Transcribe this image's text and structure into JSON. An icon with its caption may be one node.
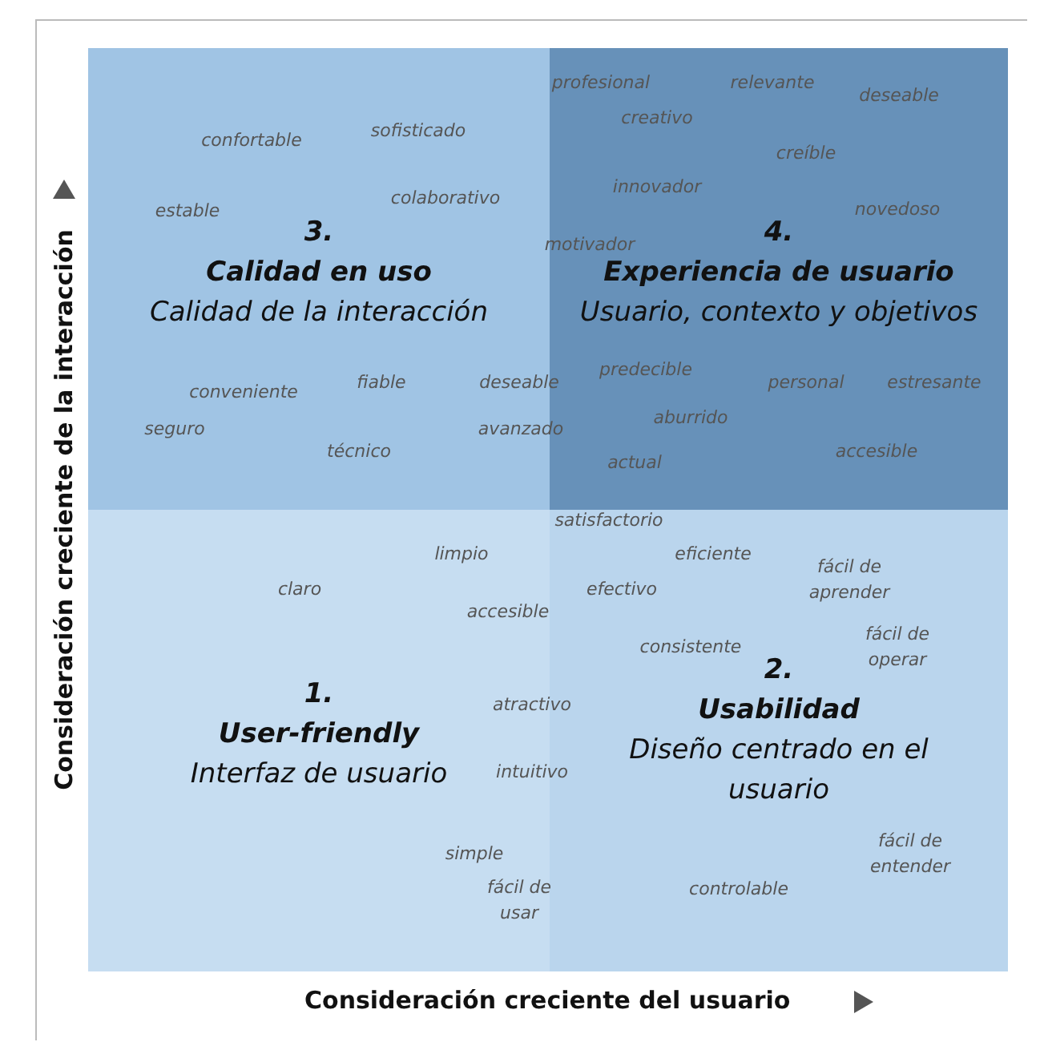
{
  "diagram": {
    "nodes": [
      {
        "text": [
          "3.",
          "Calidad en uso",
          "Calidad de la interacción"
        ]
      },
      {
        "text": [
          "4.",
          "Experiencia de usuario",
          "Usuario, contexto y objetivos"
        ]
      },
      {
        "text": [
          "1.",
          "User-friendly",
          "Interfaz de usuario"
        ]
      },
      {
        "text": [
          "2.",
          "Usabilidad",
          "Diseño centrado en el usuario"
        ]
      }
    ],
    "labels": [
      "profesional",
      "relevante",
      "deseable",
      "creativo",
      "sofisticado",
      "confortable",
      "creíble",
      "estable",
      "colaborativo",
      "innovador",
      "novedoso",
      "motivador",
      "predecible",
      "fiable",
      "deseable",
      "personal",
      "estresante",
      "conveniente",
      "aburrido",
      "seguro",
      "avanzado",
      "técnico",
      "accesible",
      "actual",
      "satisfactorio",
      "limpio",
      "eficiente",
      "fácil de aprender",
      "claro",
      "efectivo",
      "accesible",
      "consistente",
      "fácil de operar",
      "atractivo",
      "intuitivo",
      "simple",
      "fácil de entender",
      "controlable",
      "fácil de usar",
      "Consideración creciente de la interacción",
      "Consideración creciente del usuario"
    ]
  }
}
